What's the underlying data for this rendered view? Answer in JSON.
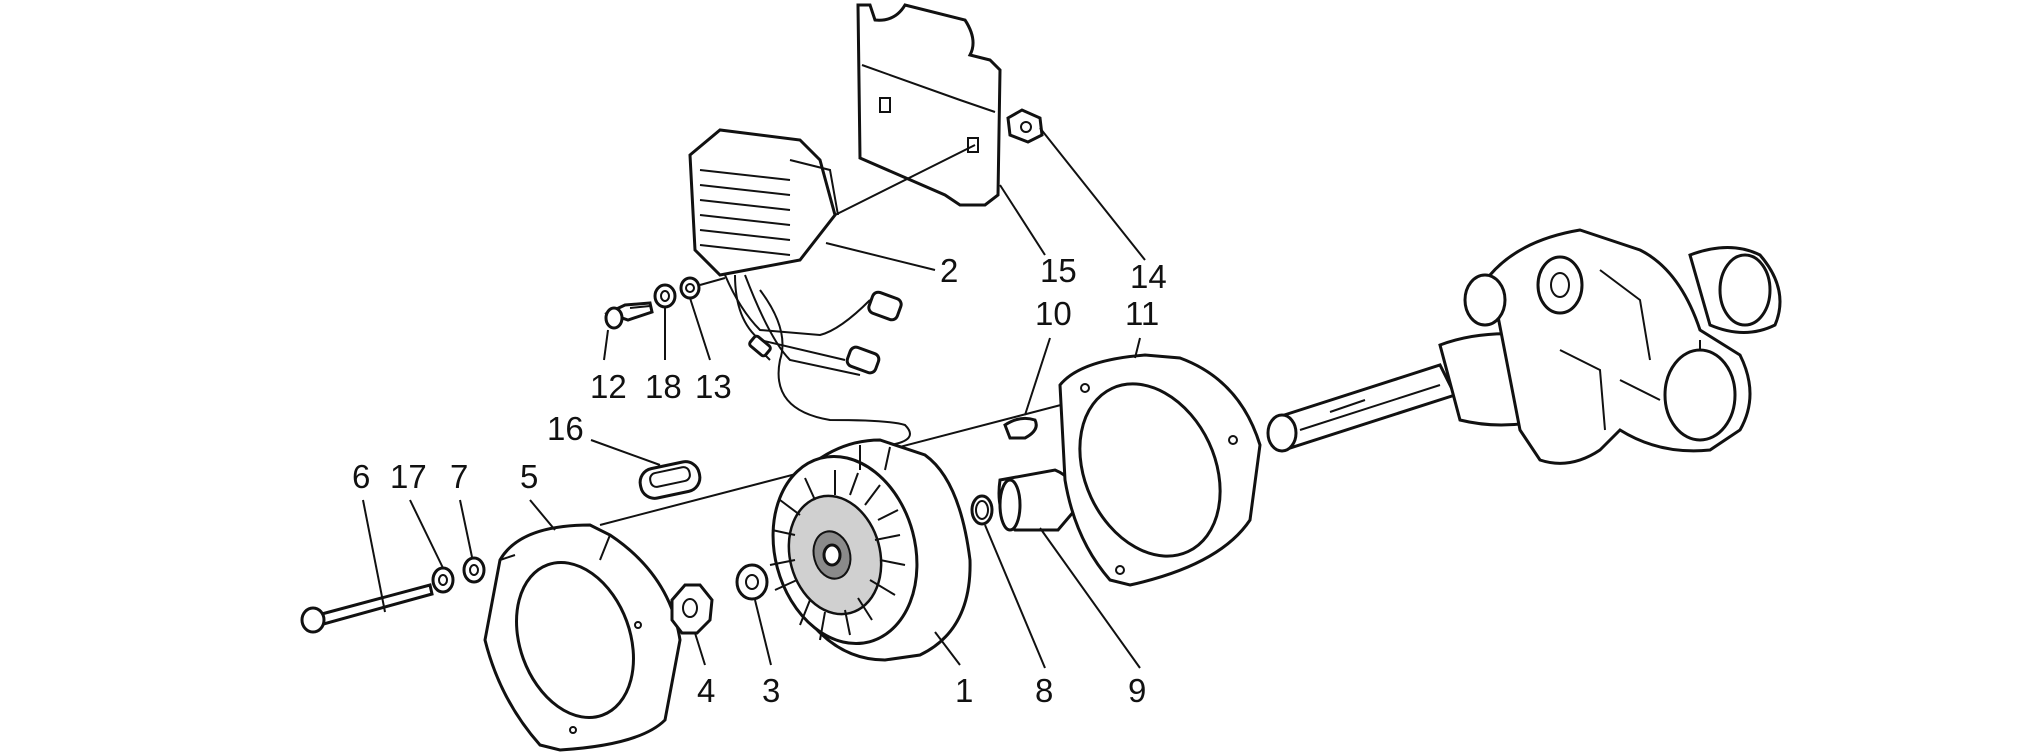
{
  "diagram": {
    "background": "#ffffff",
    "line_color": "#111111",
    "callouts": [
      {
        "id": "1",
        "label": "1"
      },
      {
        "id": "2",
        "label": "2"
      },
      {
        "id": "3",
        "label": "3"
      },
      {
        "id": "4",
        "label": "4"
      },
      {
        "id": "5",
        "label": "5"
      },
      {
        "id": "6",
        "label": "6"
      },
      {
        "id": "7",
        "label": "7"
      },
      {
        "id": "8",
        "label": "8"
      },
      {
        "id": "9",
        "label": "9"
      },
      {
        "id": "10",
        "label": "10"
      },
      {
        "id": "11",
        "label": "11"
      },
      {
        "id": "12",
        "label": "12"
      },
      {
        "id": "13",
        "label": "13"
      },
      {
        "id": "14",
        "label": "14"
      },
      {
        "id": "15",
        "label": "15"
      },
      {
        "id": "16",
        "label": "16"
      },
      {
        "id": "17",
        "label": "17"
      },
      {
        "id": "18",
        "label": "18"
      }
    ]
  }
}
